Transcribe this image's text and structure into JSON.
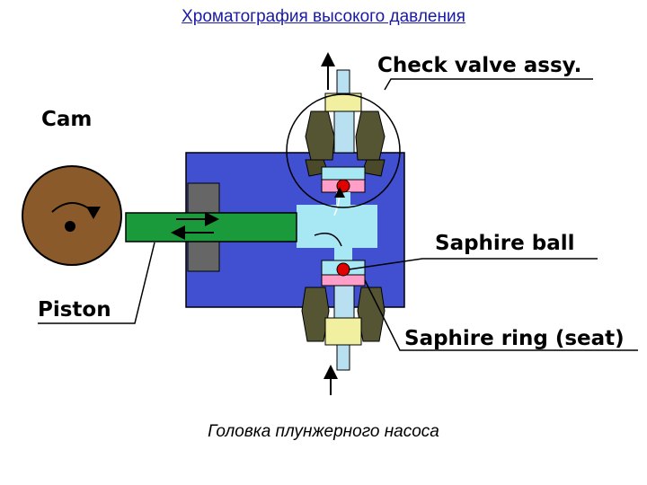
{
  "header": {
    "title": "Хроматография высокого давления"
  },
  "diagram": {
    "labels": {
      "cam": "Cam",
      "piston": "Piston",
      "check_valve": "Check valve assy.",
      "ball": "Saphire ball",
      "ring": "Saphire ring (seat)"
    }
  },
  "caption": "Головка плунжерного насоса"
}
